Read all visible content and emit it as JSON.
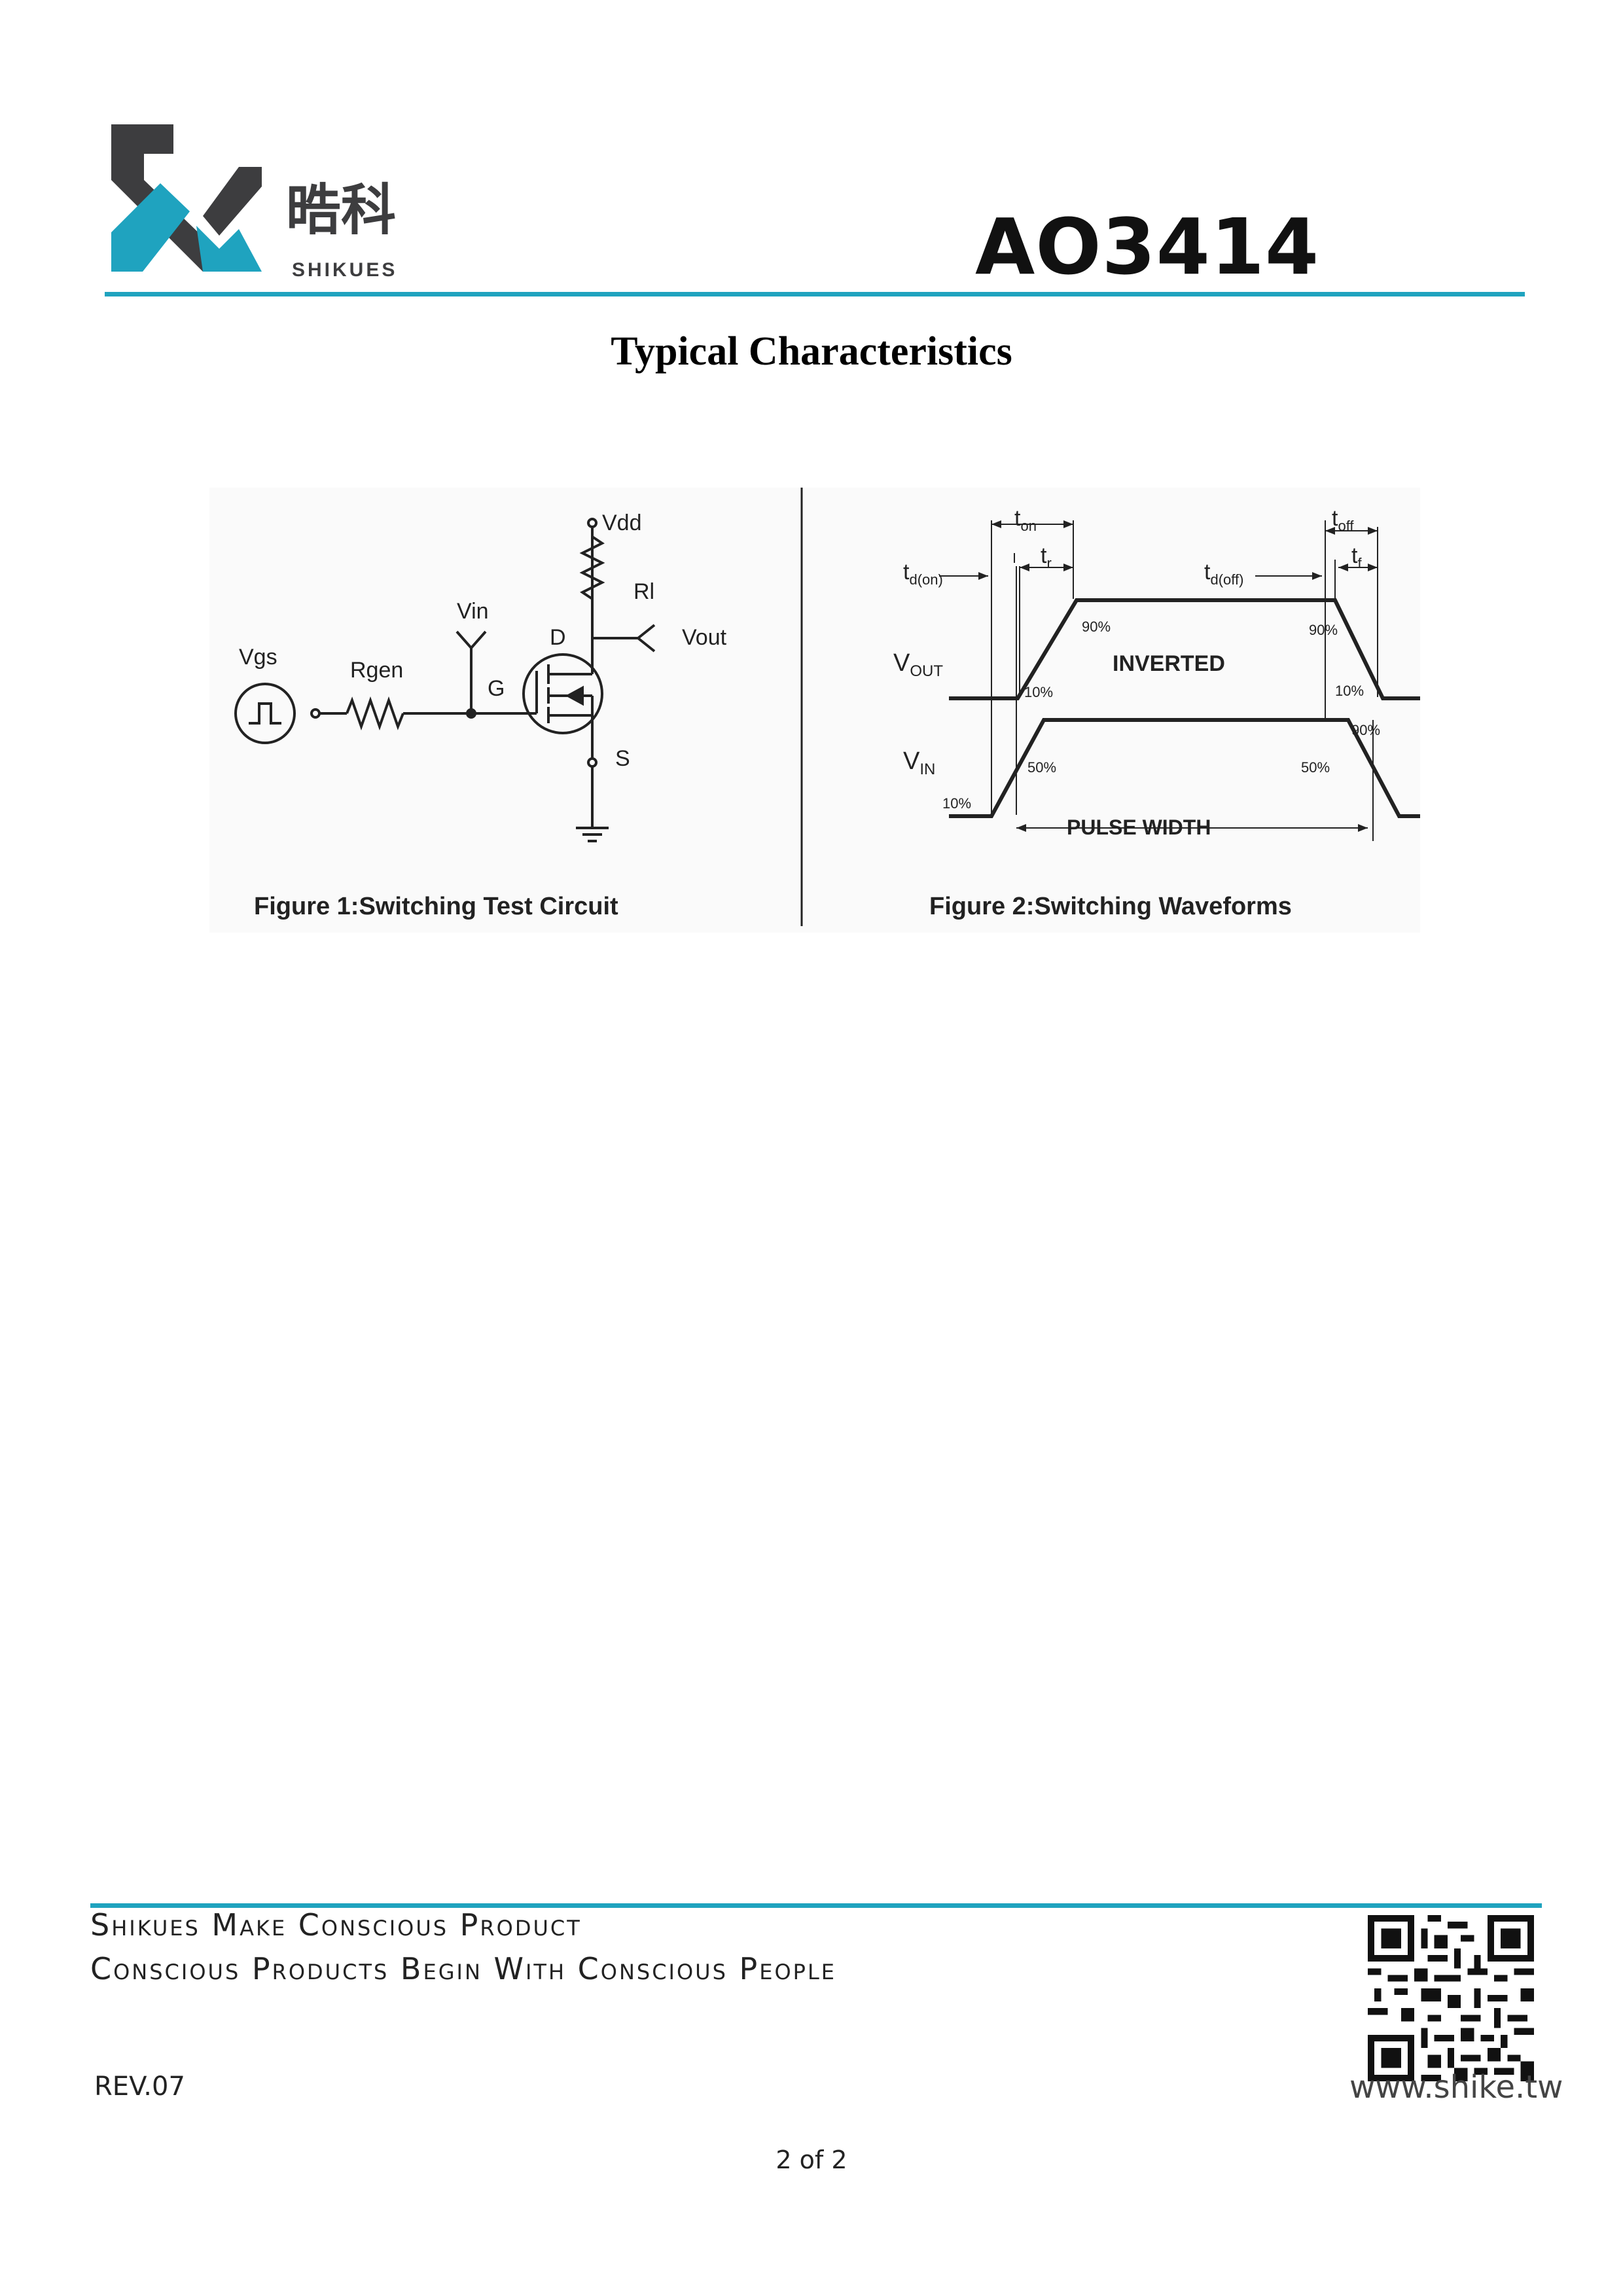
{
  "header": {
    "brand_cjk": "晧科",
    "brand_latin": "SHIKUES",
    "part_number": "AO3414",
    "colors": {
      "accent": "#1fa3bf",
      "logo_dark": "#3d3d3f",
      "logo_blue": "#1fa3bf"
    }
  },
  "section_title": "Typical Characteristics",
  "figure1": {
    "caption": "Figure 1:Switching Test Circuit",
    "labels": {
      "vdd": "Vdd",
      "rl": "Rl",
      "vout": "Vout",
      "vin": "Vin",
      "d": "D",
      "vgs": "Vgs",
      "rgen": "Rgen",
      "g": "G",
      "s": "S"
    }
  },
  "figure2": {
    "caption": "Figure 2:Switching Waveforms",
    "labels": {
      "ton_t": "t",
      "ton_sub": "on",
      "toff_t": "t",
      "toff_sub": "off",
      "tr_t": "t",
      "tr_sub": "r",
      "tf_t": "t",
      "tf_sub": "f",
      "tdon_t": "t",
      "tdon_sub": "d(on)",
      "tdoff_t": "t",
      "tdoff_sub": "d(off)",
      "vout_v": "V",
      "vout_sub": "OUT",
      "vin_v": "V",
      "vin_sub": "IN",
      "inverted": "INVERTED",
      "pulse_width": "PULSE WIDTH",
      "p90_a": "90%",
      "p90_b": "90%",
      "p90_c": "90%",
      "p10_a": "10%",
      "p10_b": "10%",
      "p10_c": "10%",
      "p50_a": "50%",
      "p50_b": "50%"
    }
  },
  "footer": {
    "slogan_1": "Shikues Make Conscious Product",
    "slogan_2": "Conscious Products Begin With Conscious People",
    "revision": "REV.07",
    "page": "2 of 2",
    "website": "www.shike.tw"
  }
}
